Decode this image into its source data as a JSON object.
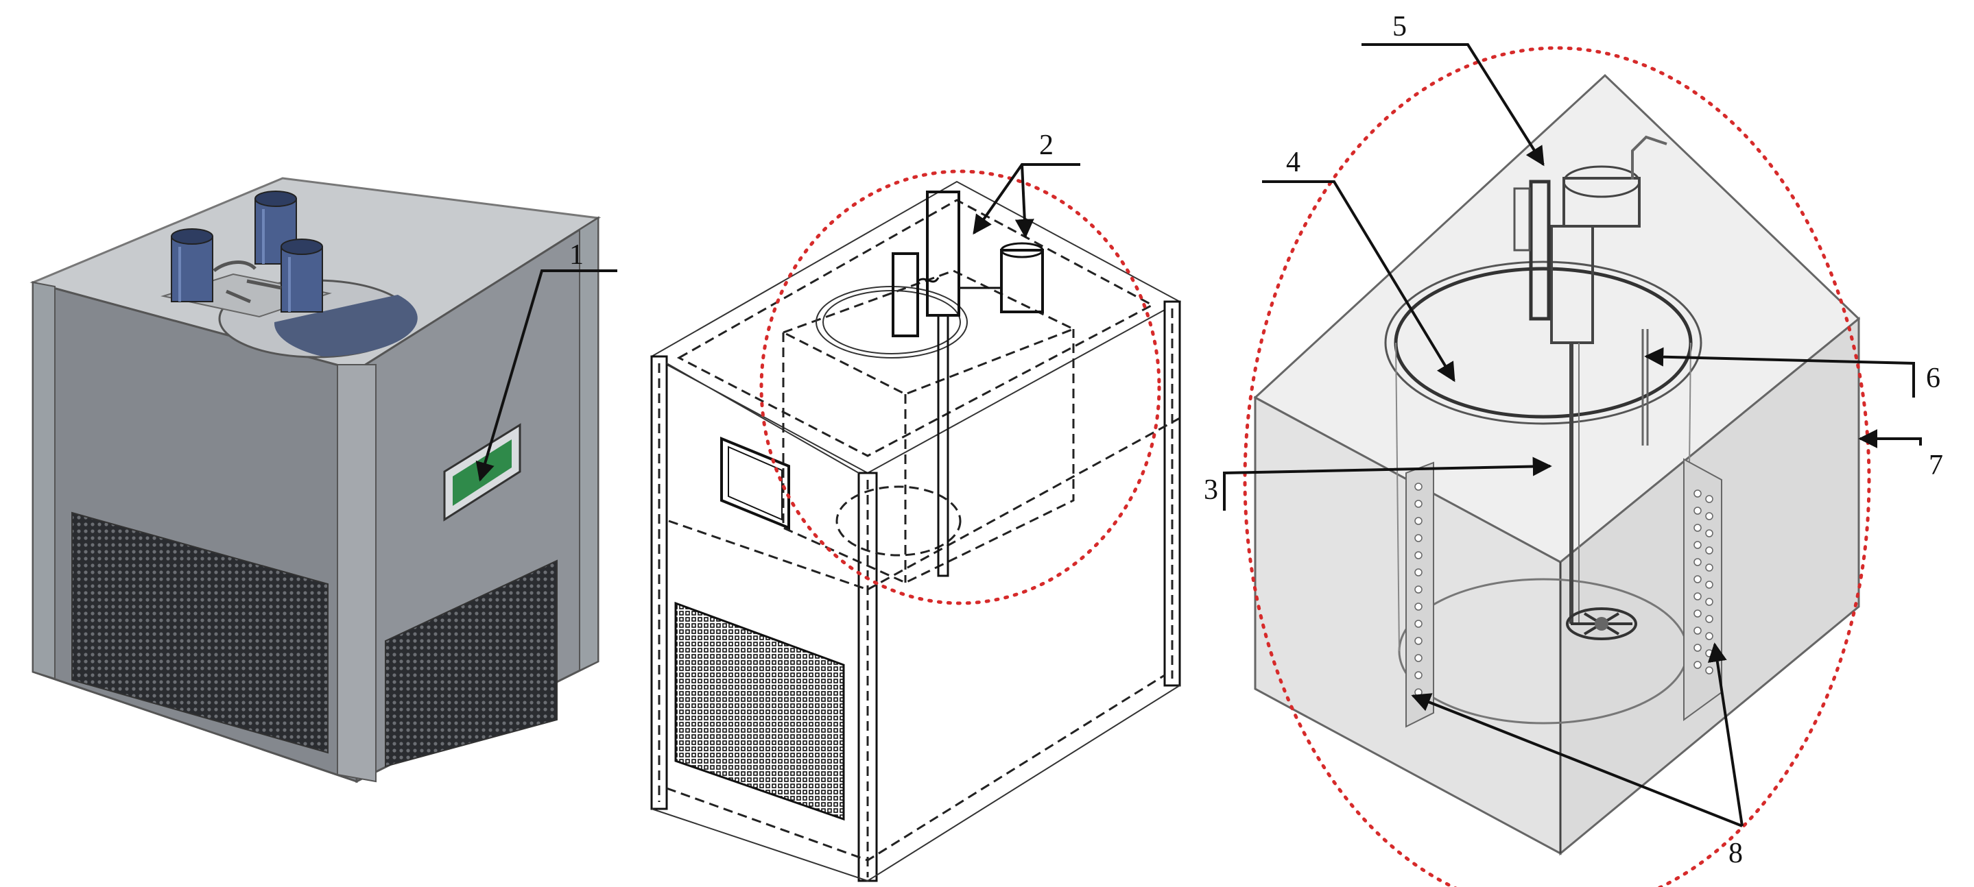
{
  "figure": {
    "callouts": [
      {
        "id": "c1",
        "label": "1"
      },
      {
        "id": "c2",
        "label": "2"
      },
      {
        "id": "c3",
        "label": "3"
      },
      {
        "id": "c4",
        "label": "4"
      },
      {
        "id": "c5",
        "label": "5"
      },
      {
        "id": "c6",
        "label": "6"
      },
      {
        "id": "c7",
        "label": "7"
      },
      {
        "id": "c8",
        "label": "8"
      }
    ]
  },
  "colors": {
    "highlight_ring": "#d62a2a",
    "cabinet_body": "#8e9298",
    "cabinet_top": "#c4c7cb",
    "display_screen": "#2f8a4a",
    "stirrer_motor": "#4a5f8f",
    "tank_transparent": "#e6e6e6"
  }
}
